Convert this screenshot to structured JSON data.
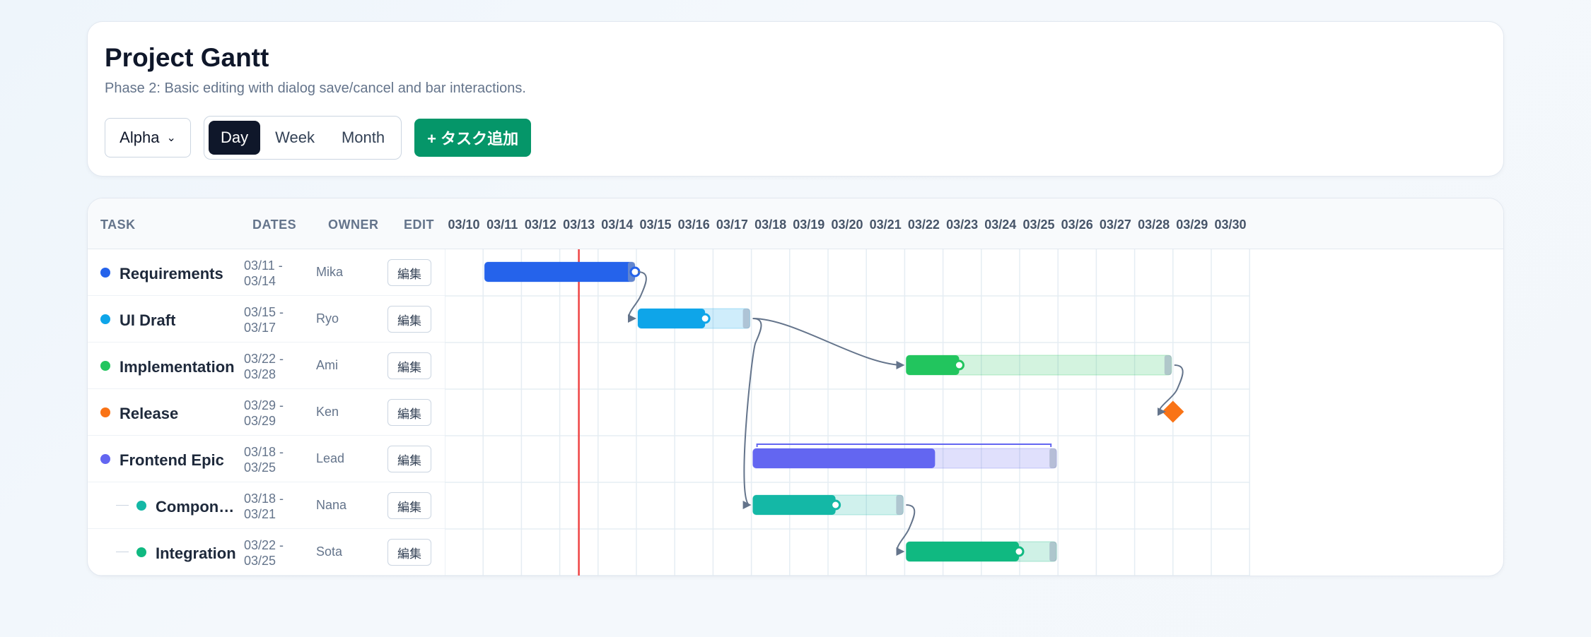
{
  "header": {
    "title": "Project Gantt",
    "subtitle": "Phase 2: Basic editing with dialog save/cancel and bar interactions.",
    "project_select": "Alpha",
    "view_modes": [
      "Day",
      "Week",
      "Month"
    ],
    "active_view": "Day",
    "add_task_label": "+ タスク追加"
  },
  "columns": {
    "task": "TASK",
    "dates": "DATES",
    "owner": "OWNER",
    "edit": "EDIT"
  },
  "date_labels": [
    "03/10",
    "03/11",
    "03/12",
    "03/13",
    "03/14",
    "03/15",
    "03/16",
    "03/17",
    "03/18",
    "03/19",
    "03/20",
    "03/21",
    "03/22",
    "03/23",
    "03/24",
    "03/25",
    "03/26",
    "03/27",
    "03/28",
    "03/29",
    "03/30"
  ],
  "today_label_index": 3,
  "tasks": [
    {
      "name": "Requirements",
      "dates_start": "03/11 -",
      "dates_end": "03/14",
      "owner": "Mika",
      "edit": "編集",
      "color": "#2563eb",
      "level": 0,
      "start": 1,
      "days": 4,
      "progress": 1.0,
      "type": "task"
    },
    {
      "name": "UI Draft",
      "dates_start": "03/15 -",
      "dates_end": "03/17",
      "owner": "Ryo",
      "edit": "編集",
      "color": "#0ea5e9",
      "level": 0,
      "start": 5,
      "days": 3,
      "progress": 0.6,
      "type": "task"
    },
    {
      "name": "Implementation",
      "dates_start": "03/22 -",
      "dates_end": "03/28",
      "owner": "Ami",
      "edit": "編集",
      "color": "#22c55e",
      "level": 0,
      "start": 12,
      "days": 7,
      "progress": 0.2,
      "type": "task"
    },
    {
      "name": "Release",
      "dates_start": "03/29 -",
      "dates_end": "03/29",
      "owner": "Ken",
      "edit": "編集",
      "color": "#f97316",
      "level": 0,
      "start": 19,
      "days": 0,
      "progress": 0,
      "type": "milestone"
    },
    {
      "name": "Frontend Epic",
      "dates_start": "03/18 -",
      "dates_end": "03/25",
      "owner": "Lead",
      "edit": "編集",
      "color": "#6366f1",
      "level": 0,
      "start": 8,
      "days": 8,
      "progress": 0.6,
      "type": "epic"
    },
    {
      "name": "Componen...",
      "dates_start": "03/18 -",
      "dates_end": "03/21",
      "owner": "Nana",
      "edit": "編集",
      "color": "#14b8a6",
      "level": 1,
      "start": 8,
      "days": 4,
      "progress": 0.55,
      "type": "task"
    },
    {
      "name": "Integration",
      "dates_start": "03/22 -",
      "dates_end": "03/25",
      "owner": "Sota",
      "edit": "編集",
      "color": "#10b981",
      "level": 1,
      "start": 12,
      "days": 4,
      "progress": 0.75,
      "type": "task"
    }
  ],
  "dependencies": [
    [
      0,
      1
    ],
    [
      1,
      5
    ],
    [
      1,
      2
    ],
    [
      2,
      3
    ],
    [
      5,
      6
    ]
  ],
  "colors": {
    "today_line": "#ef4444",
    "arrow": "#64748b",
    "grid": "#e5edf3"
  }
}
